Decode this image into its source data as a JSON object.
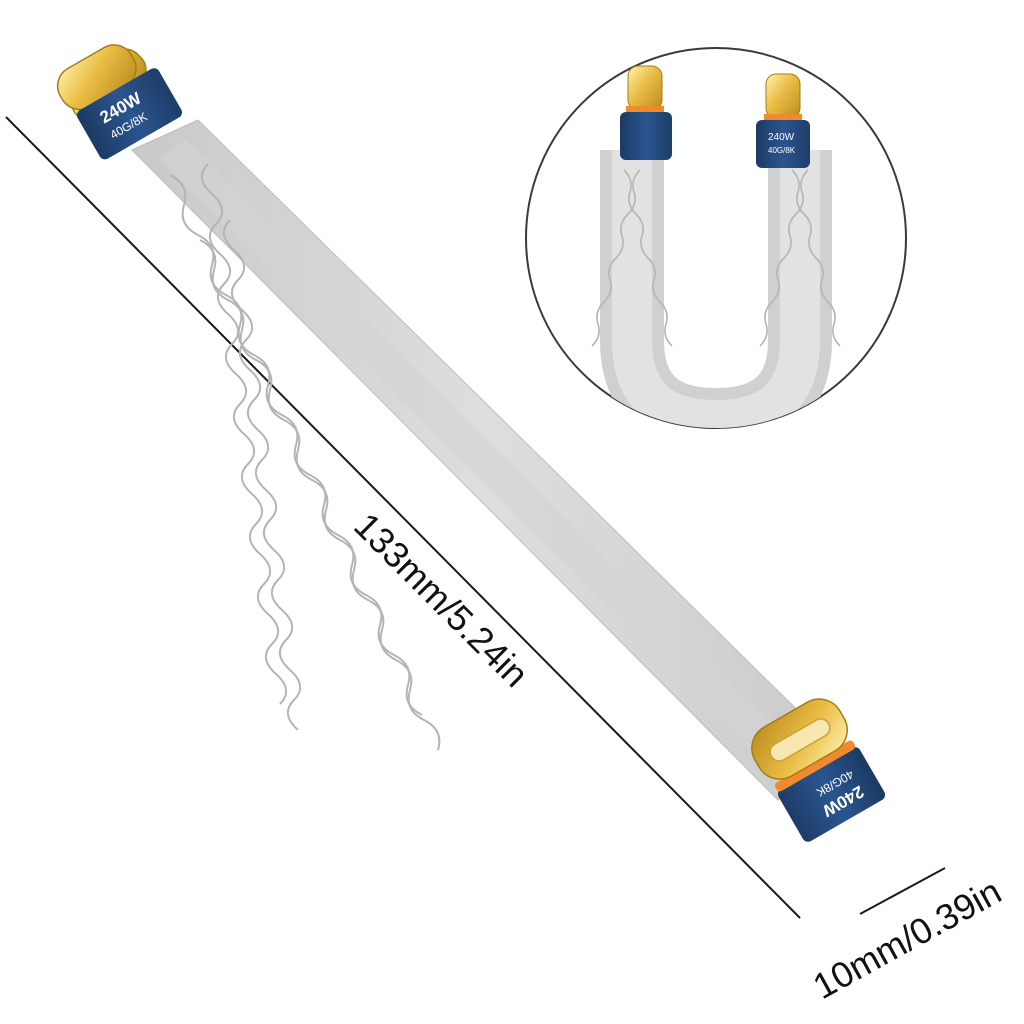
{
  "cable": {
    "power_label": "240W",
    "spec_label": "40G/8K"
  },
  "dimensions": {
    "length_label": "133mm/5.24in",
    "width_label": "10mm/0.39in"
  },
  "inset": {
    "power_label": "240W",
    "spec_label": "40G/8K"
  },
  "colors": {
    "jacket": "#d9d9d9",
    "jacket_shadow": "#c4c4c4",
    "pattern": "#b7b7b7",
    "collar": "#234a7a",
    "plug_gold": "#e3b53d",
    "plug_orange": "#f08a2e"
  }
}
